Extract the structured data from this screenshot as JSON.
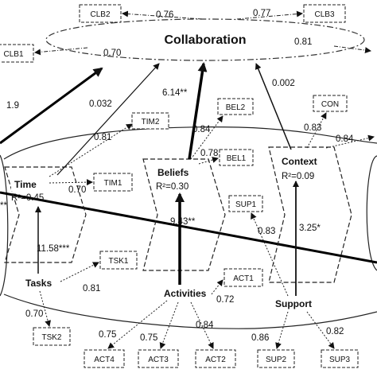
{
  "title": "Collaboration",
  "latent": {
    "time": {
      "name": "Time",
      "r2": "R²=0.45"
    },
    "beliefs": {
      "name": "Beliefs",
      "r2": "R²=0.30"
    },
    "context": {
      "name": "Context",
      "r2": "R²=0.09"
    },
    "tasks": {
      "name": "Tasks"
    },
    "activities": {
      "name": "Activities"
    },
    "support": {
      "name": "Support"
    }
  },
  "indicators": {
    "clb1": "CLB1",
    "clb2": "CLB2",
    "clb3": "CLB3",
    "tim1": "TIM1",
    "tim2": "TIM2",
    "bel1": "BEL1",
    "bel2": "BEL2",
    "con": "CON",
    "sup1": "SUP1",
    "sup2": "SUP2",
    "sup3": "SUP3",
    "tsk1": "TSK1",
    "tsk2": "TSK2",
    "act1": "ACT1",
    "act2": "ACT2",
    "act3": "ACT3",
    "act4": "ACT4"
  },
  "loadings": {
    "clb2": "0.76",
    "clb3": "0.77",
    "clb1": "0.70",
    "clb_right": "0.81",
    "tim2": "0.81",
    "tim1": "0.70",
    "bel2": "0.84",
    "bel1": "0.78",
    "con": "0.83",
    "con_right": "0.84",
    "sup1": "0.83",
    "sup2": "0.86",
    "sup3": "0.82",
    "tsk1": "0.81",
    "tsk2": "0.70",
    "act1": "0.72",
    "act2": "0.84",
    "act3": "0.75",
    "act4": "0.75"
  },
  "paths": {
    "left_to_collab": "1.9",
    "time_to_collab": "0.032",
    "beliefs_to_collab": "6.14**",
    "context_to_collab": "0.002",
    "tasks_to_time": "11.58***",
    "activities_to_beliefs": "9.43**",
    "support_to_context": "3.25*"
  },
  "left_fragment": "**"
}
